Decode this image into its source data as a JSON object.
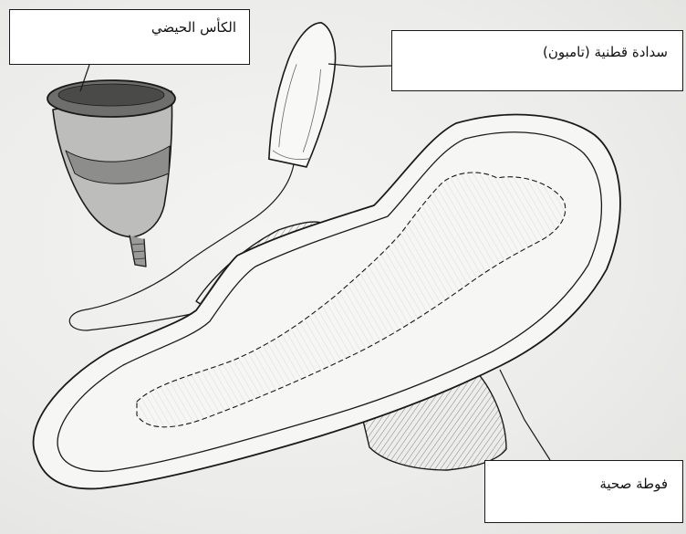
{
  "labels": {
    "menstrual_cup": "الكأس الحيضي",
    "tampon": "سدادة قطنية (تامبون)",
    "sanitary_pad": "فوطة صحية"
  },
  "colors": {
    "ink": "#1a1a1a",
    "paper": "#efefed",
    "label_background": "#ffffff"
  }
}
